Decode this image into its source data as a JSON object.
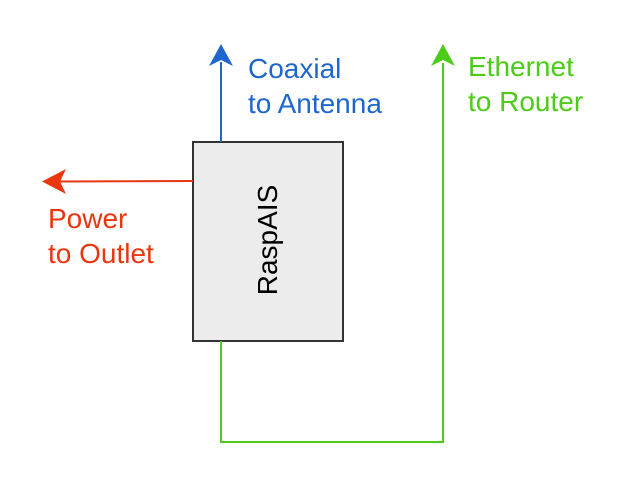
{
  "device": {
    "label": "RaspAIS"
  },
  "connections": {
    "coaxial": {
      "line1": "Coaxial",
      "line2": "to Antenna",
      "color": "#1f66cc"
    },
    "ethernet": {
      "line1": "Ethernet",
      "line2": "to Router",
      "color": "#4ccc19"
    },
    "power": {
      "line1": "Power",
      "line2": "to Outlet",
      "color": "#e8360f"
    }
  },
  "colors": {
    "box_fill": "#ececec",
    "box_stroke": "#333333",
    "text": "#000000"
  }
}
